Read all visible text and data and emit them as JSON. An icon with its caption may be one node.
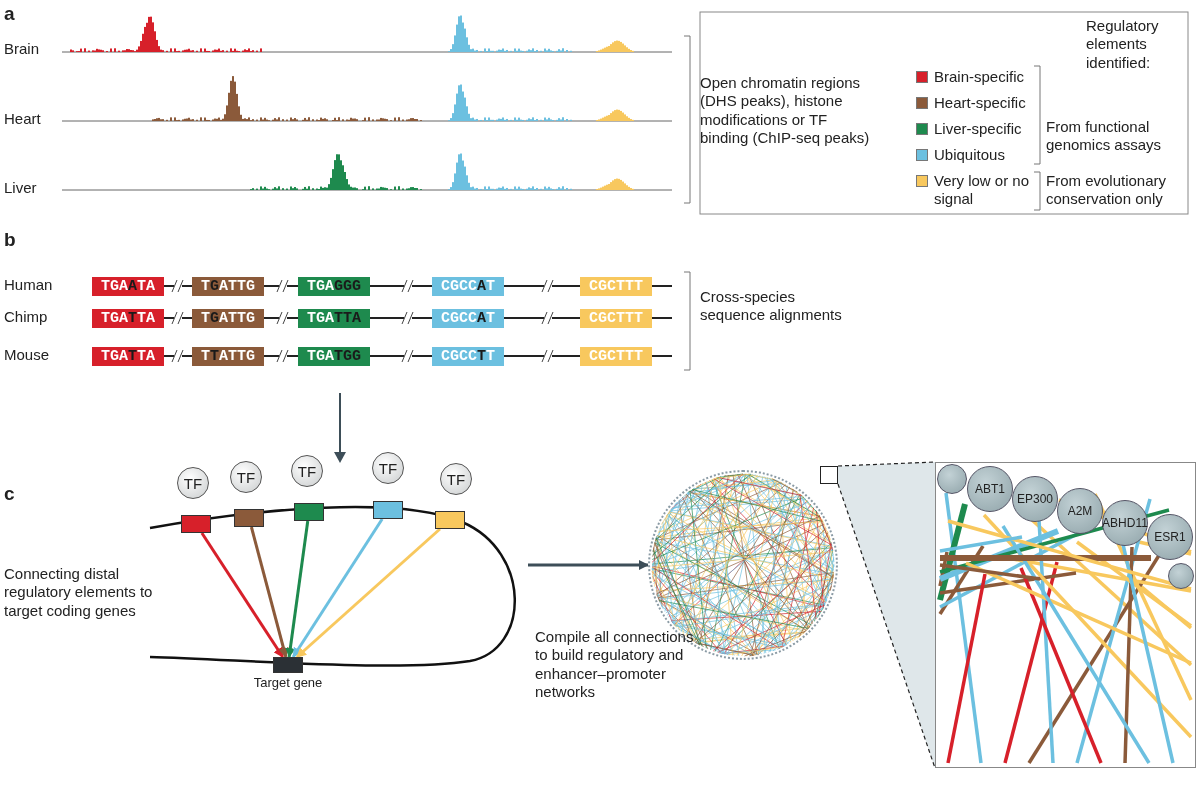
{
  "diagram": {
    "nodes": [
      {
        "text": [
          "TF"
        ]
      },
      {
        "text": [
          "TF"
        ]
      },
      {
        "text": [
          "TF"
        ]
      },
      {
        "text": [
          "TF"
        ]
      },
      {
        "text": [
          "TF"
        ]
      },
      {
        "text": [],
        "shape": "box"
      },
      {
        "text": [],
        "shape": "box"
      },
      {
        "text": [],
        "shape": "box"
      },
      {
        "text": [],
        "shape": "box"
      },
      {
        "text": [],
        "shape": "box"
      },
      {
        "text": [],
        "shape": "box",
        "beside": [
          "Target gene"
        ]
      },
      {
        "text": [],
        "shape": "circle"
      },
      {
        "text": [],
        "shape": "box"
      },
      {
        "text": [],
        "shape": "circle",
        "in": 12
      },
      {
        "text": [
          "ABT1"
        ],
        "in": 12
      },
      {
        "text": [
          "EP300"
        ],
        "in": 12
      },
      {
        "text": [
          "A2M"
        ],
        "in": 12
      },
      {
        "text": [
          "ABHD11"
        ],
        "in": 12
      },
      {
        "text": [
          "ESR1"
        ],
        "in": 12
      },
      {
        "text": [],
        "shape": "circle",
        "in": 12
      },
      {
        "text": [],
        "shape": "box"
      }
    ],
    "edges": [
      {
        "from": 5,
        "to": 10,
        "arrow": "to",
        "color": "#d7202a"
      },
      {
        "from": 6,
        "to": 10,
        "arrow": "to",
        "color": "#8b5a3a"
      },
      {
        "from": 7,
        "to": 10,
        "arrow": "to",
        "color": "#1e8a4e"
      },
      {
        "from": 8,
        "to": 10,
        "arrow": "to",
        "color": "#6cc0e0"
      },
      {
        "from": 9,
        "to": 10,
        "arrow": "to",
        "color": "#f8c85e"
      },
      {
        "from": null,
        "to": 11,
        "arrow": "to",
        "color": "#3d4e58"
      },
      {
        "from": 20,
        "to": 12,
        "arrow": "none",
        "style": "dashed",
        "color": "#222222"
      },
      {
        "from": 20,
        "to": 12,
        "arrow": "none",
        "style": "dashed",
        "color": "#222222"
      }
    ],
    "labels": [
      "a",
      "Brain",
      "Heart",
      "Liver",
      "Open chromatin regions (DHS peaks), histone modifications or TF binding (ChIP-seq peaks)",
      "Regulatory elements identified:",
      "From functional genomics assays",
      "From evolutionary conservation only",
      "b",
      "Human",
      "TGA**A**TA",
      "T**G**ATTG",
      "TGA**GGG**",
      "CGCC**A**T",
      "CGCTTT",
      "Chimp",
      "TGA**T**TA",
      "T**G**ATTG",
      "TGA**TTA**",
      "CGCC**A**T",
      "CGCTTT",
      "Mouse",
      "TGA**T**TA",
      "T**T**ATTG",
      "TGA**TGG**",
      "CGCC**T**T",
      "CGCTTT",
      "Cross-species sequence alignments",
      "c",
      "Connecting distal regulatory elements to target coding genes",
      "Compile all connections to build regulatory and enhancer–promoter networks"
    ],
    "legend": [
      {
        "text": "Brain-specific",
        "color": "#d7202a"
      },
      {
        "text": "Heart-specific",
        "color": "#8b5a3a"
      },
      {
        "text": "Liver-specific",
        "color": "#1e8a4e"
      },
      {
        "text": "Ubiquitous",
        "color": "#6cc0e0"
      },
      {
        "text": "Very low or no signal",
        "color": "#f8c85e"
      }
    ]
  }
}
